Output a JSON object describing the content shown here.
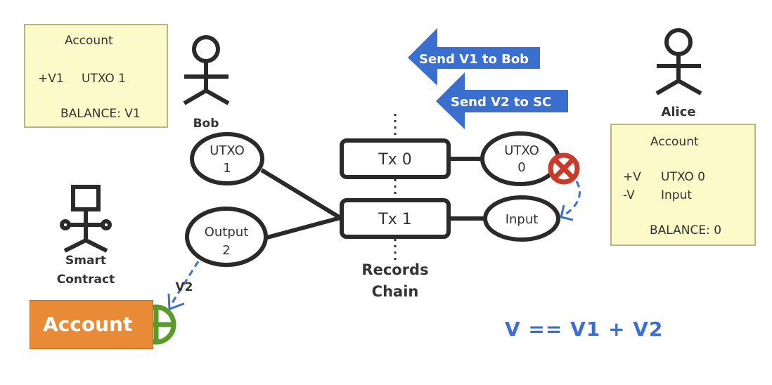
{
  "bob": {
    "name": "Bob",
    "account": {
      "title": "Account",
      "entries": [
        {
          "sign": "+V1",
          "source": "UTXO 1"
        }
      ],
      "balance": "BALANCE: V1"
    }
  },
  "alice": {
    "name": "Alice",
    "account": {
      "title": "Account",
      "entries": [
        {
          "sign": "+V",
          "source": "UTXO 0"
        },
        {
          "sign": "-V",
          "source": "Input"
        }
      ],
      "balance": "BALANCE: 0"
    }
  },
  "smart_contract": {
    "name_line1": "Smart",
    "name_line2": "Contract",
    "account_label": "Account",
    "transfer_label": "V2"
  },
  "arrows": {
    "send_v1": "Send V1 to Bob",
    "send_v2": "Send V2 to SC"
  },
  "chain": {
    "label_line1": "Records",
    "label_line2": "Chain",
    "tx0": "Tx 0",
    "tx1": "Tx 1"
  },
  "nodes": {
    "utxo1_line1": "UTXO",
    "utxo1_line2": "1",
    "output2_line1": "Output",
    "output2_line2": "2",
    "utxo0_line1": "UTXO",
    "utxo0_line2": "0",
    "input": "Input"
  },
  "equation": "V == V1 + V2",
  "colors": {
    "arrow_blue": "#3a6fd0",
    "note_yellow": "#fcfac8",
    "account_orange": "#e88a36",
    "spent_red": "#c83a2a",
    "add_green": "#5a9a2a"
  }
}
